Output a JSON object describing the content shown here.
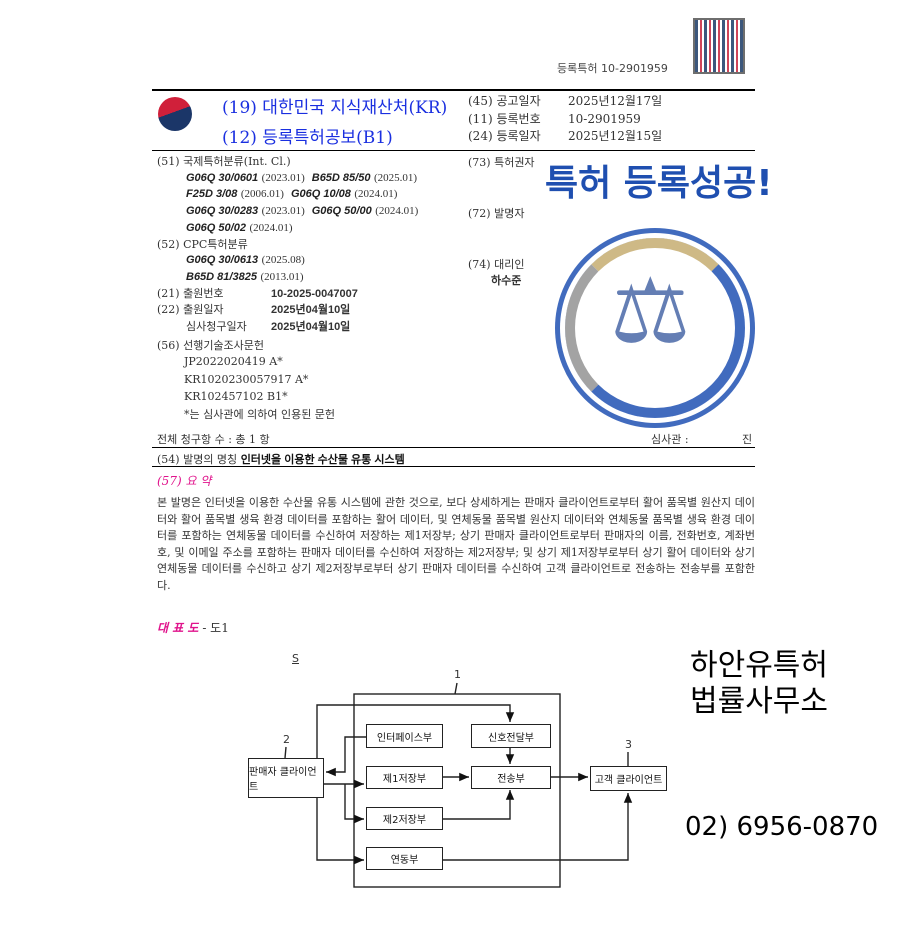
{
  "header": {
    "doc_id": "등록특허 10-2901959",
    "office": "(19) 대한민국 지식재산처(KR)",
    "pub_type": "(12) 등록특허공보(B1)",
    "fields": [
      {
        "label": "(45) 공고일자",
        "value": "2025년12월17일"
      },
      {
        "label": "(11) 등록번호",
        "value": "10-2901959"
      },
      {
        "label": "(24) 등록일자",
        "value": "2025년12월15일"
      }
    ]
  },
  "left": {
    "ipc_label": "(51) 국제특허분류(Int. Cl.)",
    "ipc": [
      [
        {
          "code": "G06Q 30/0601",
          "ver": "(2023.01)"
        },
        {
          "code": "B65D 85/50",
          "ver": "(2025.01)"
        }
      ],
      [
        {
          "code": "F25D 3/08",
          "ver": "(2006.01)"
        },
        {
          "code": "G06Q 10/08",
          "ver": "(2024.01)"
        }
      ],
      [
        {
          "code": "G06Q 30/0283",
          "ver": "(2023.01)"
        },
        {
          "code": "G06Q 50/00",
          "ver": "(2024.01)"
        }
      ],
      [
        {
          "code": "G06Q 50/02",
          "ver": "(2024.01)"
        }
      ]
    ],
    "cpc_label": "(52) CPC특허분류",
    "cpc": [
      {
        "code": "G06Q 30/0613",
        "ver": "(2025.08)"
      },
      {
        "code": "B65D 81/3825",
        "ver": "(2013.01)"
      }
    ],
    "app_no_label": "(21) 출원번호",
    "app_no": "10-2025-0047007",
    "app_date_label": "(22) 출원일자",
    "app_date": "2025년04월10일",
    "exam_date_label": "심사청구일자",
    "exam_date": "2025년04월10일",
    "prior_label": "(56) 선행기술조사문헌",
    "prior": [
      "JP2022020419 A*",
      "KR1020230057917 A*",
      "KR102457102 B1*"
    ],
    "prior_note": "*는 심사관에 의하여 인용된 문헌"
  },
  "right": {
    "owner_label": "(73) 특허권자",
    "inventor_label": "(72) 발명자",
    "agent_label": "(74) 대리인",
    "agent": "하수준"
  },
  "claims": "전체 청구항 수 : 총  1  항",
  "examiner": "심사관 :",
  "examiner_name": "진",
  "title_label": "(54) 발명의 명칭",
  "title": "인터넷을 이용한 수산물 유통 시스템",
  "abstract_label": "(57) 요 약",
  "abstract": "본 발명은 인터넷을 이용한 수산물 유통 시스템에 관한 것으로, 보다 상세하게는 판매자 클라이언트로부터 활어 품목별 원산지 데이터와 활어 품목별 생육 환경 데이터를 포함하는 활어 데이터, 및 연체동물 품목별 원산지 데이터와 연체동물 품목별 생육 환경 데이터를 포함하는 연체동물 데이터를 수신하여 저장하는 제1저장부; 상기 판매자 클라이언트로부터 판매자의 이름, 전화번호, 계좌번호, 및 이메일 주소를 포함하는 판매자 데이터를 수신하여 저장하는 제2저장부; 및 상기 제1저장부로부터 상기 활어 데이터와 상기 연체동물 데이터를 수신하고 상기 제2저장부로부터 상기 판매자 데이터를 수신하여 고객 클라이언트로 전송하는 전송부를 포함한다.",
  "rep_label": "대 표 도",
  "rep_fig": "- 도1",
  "figure": {
    "s": "S",
    "n1": "1",
    "n2": "2",
    "n3": "3",
    "seller": "판매자 클라이언트",
    "customer": "고객 클라이언트",
    "interface": "인터페이스부",
    "signal": "신호전달부",
    "store1": "제1저장부",
    "transfer": "전송부",
    "store2": "제2저장부",
    "link": "연동부"
  },
  "watermark": {
    "headline": "특허 등록성공!",
    "firm": "하안유특허법률사무소",
    "phone": "02) 6956-0870"
  },
  "colors": {
    "title_blue": "#1a2fe0",
    "abstract_pink": "#e0148c",
    "stamp_blue": "#1f4fb0"
  }
}
